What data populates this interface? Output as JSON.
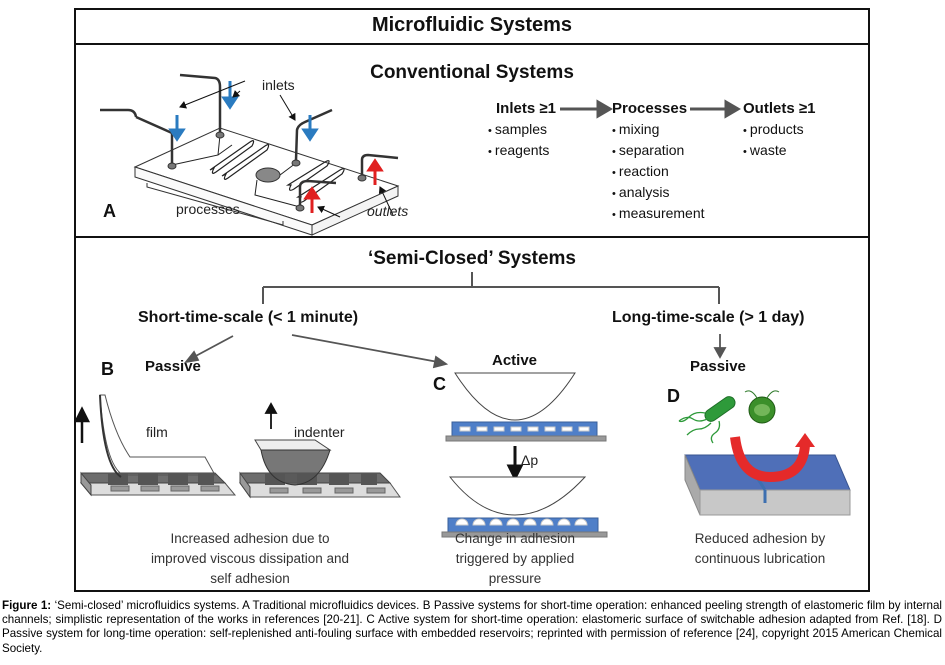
{
  "figure": {
    "main_title": "Microfluidic Systems",
    "conventional": {
      "title": "Conventional Systems",
      "panel_letter": "A",
      "diagram_labels": {
        "inlets": "inlets",
        "outlets": "outlets",
        "processes": "processes"
      },
      "flow": [
        {
          "heading": "Inlets ≥1",
          "items": [
            "samples",
            "reagents"
          ]
        },
        {
          "heading": "Processes",
          "items": [
            "mixing",
            "separation",
            "reaction",
            "analysis",
            "measurement"
          ]
        },
        {
          "heading": "Outlets ≥1",
          "items": [
            "products",
            "waste"
          ]
        }
      ]
    },
    "semi_closed": {
      "title": "‘Semi-Closed’ Systems",
      "short": {
        "label": "Short-time-scale  (< 1 minute)",
        "passive": {
          "heading": "Passive",
          "panel_letter": "B",
          "labels": {
            "film": "film",
            "indenter": "indenter"
          },
          "description": [
            "Increased adhesion due to",
            "improved viscous dissipation and",
            "self adhesion"
          ]
        },
        "active": {
          "heading": "Active",
          "panel_letter": "C",
          "pressure_label": "Δp",
          "description": [
            "Change in adhesion",
            "triggered by applied",
            "pressure"
          ]
        }
      },
      "long": {
        "label": "Long-time-scale (> 1 day)",
        "passive": {
          "heading": "Passive",
          "panel_letter": "D",
          "description": [
            "Reduced adhesion by",
            "continuous lubrication"
          ]
        }
      }
    },
    "colors": {
      "inlet_arrow": "#2a7bc0",
      "outlet_arrow": "#e02020",
      "channel_blue": "#4f7fc8",
      "algae_green": "#2e9a3a",
      "lubrication_arrow": "#e52a2a"
    }
  },
  "caption": {
    "label": "Figure 1:",
    "text": " ‘Semi-closed’ microfluidics systems. A Traditional microfluidics devices. B Passive systems for short-time operation: enhanced peeling strength of elastomeric film by internal channels; simplistic representation of the works in references [20-21]. C Active system for short-time operation: elastomeric surface of switchable adhesion adapted from Ref. [18]. D Passive system for long-time operation: self-replenished anti-fouling surface with embedded reservoirs; reprinted with permission of reference [24], copyright 2015 American Chemical Society."
  }
}
